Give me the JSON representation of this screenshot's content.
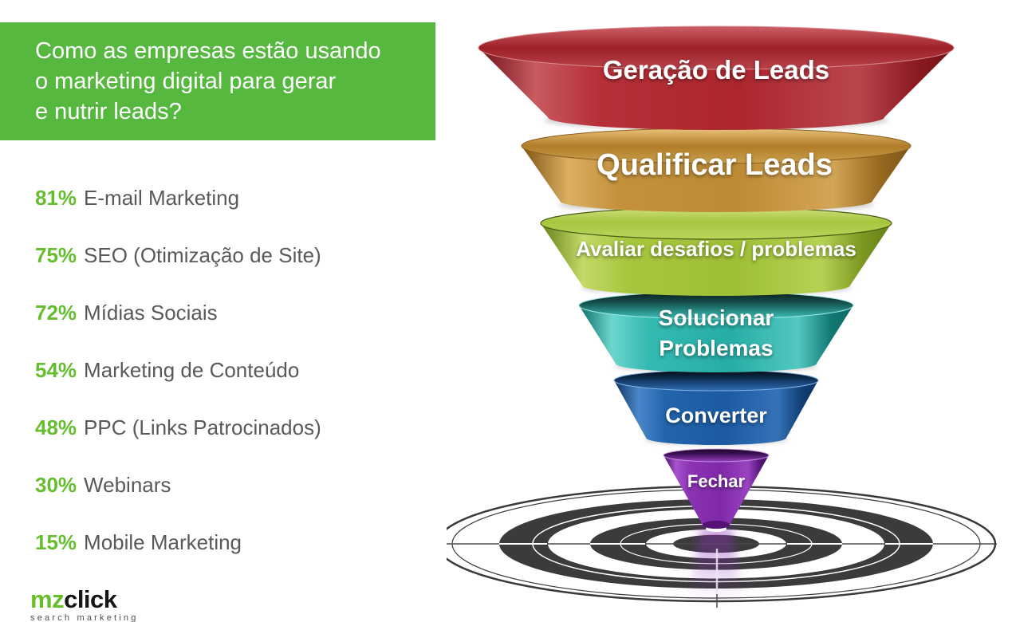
{
  "header": {
    "lines": [
      "Como as empresas estão usando",
      "o marketing digital para gerar",
      "e nutrir leads?"
    ],
    "bg_color": "#56b83f",
    "text_color": "#ffffff"
  },
  "stats": [
    {
      "percent": "81%",
      "label": "E-mail Marketing"
    },
    {
      "percent": "75%",
      "label": "SEO (Otimização de Site)"
    },
    {
      "percent": "72%",
      "label": "Mídias Sociais"
    },
    {
      "percent": "54%",
      "label": "Marketing de Conteúdo"
    },
    {
      "percent": "48%",
      "label": "PPC (Links Patrocinados)"
    },
    {
      "percent": "30%",
      "label": "Webinars"
    },
    {
      "percent": "15%",
      "label": "Mobile Marketing"
    }
  ],
  "funnel": {
    "stages": [
      {
        "label": "Geração de Leads",
        "color": "#b52b33"
      },
      {
        "label": "Qualificar Leads",
        "color": "#c18d38"
      },
      {
        "label": "Avaliar desafios / problemas",
        "color": "#a2c339"
      },
      {
        "label": "Solucionar Problemas",
        "lines": [
          "Solucionar",
          "Problemas"
        ],
        "color": "#2cb4ad"
      },
      {
        "label": "Converter",
        "color": "#1f5fae"
      },
      {
        "label": "Fechar",
        "color": "#8a2fb8"
      }
    ]
  },
  "logo": {
    "name_green": "mz",
    "name_black": "click",
    "tagline": "search marketing"
  },
  "colors": {
    "accent_green": "#66bd2f",
    "list_text_gray": "#59595b",
    "target_dark": "#3b3b3b"
  },
  "chart_data": {
    "type": "funnel",
    "title": "Como as empresas estão usando o marketing digital para gerar e nutrir leads?",
    "funnel_stages": [
      "Geração de Leads",
      "Qualificar Leads",
      "Avaliar desafios / problemas",
      "Solucionar Problemas",
      "Converter",
      "Fechar"
    ],
    "categories": [
      "E-mail Marketing",
      "SEO (Otimização de Site)",
      "Mídias Sociais",
      "Marketing de Conteúdo",
      "PPC (Links Patrocinados)",
      "Webinars",
      "Mobile Marketing"
    ],
    "values": [
      81,
      75,
      72,
      54,
      48,
      30,
      15
    ]
  }
}
